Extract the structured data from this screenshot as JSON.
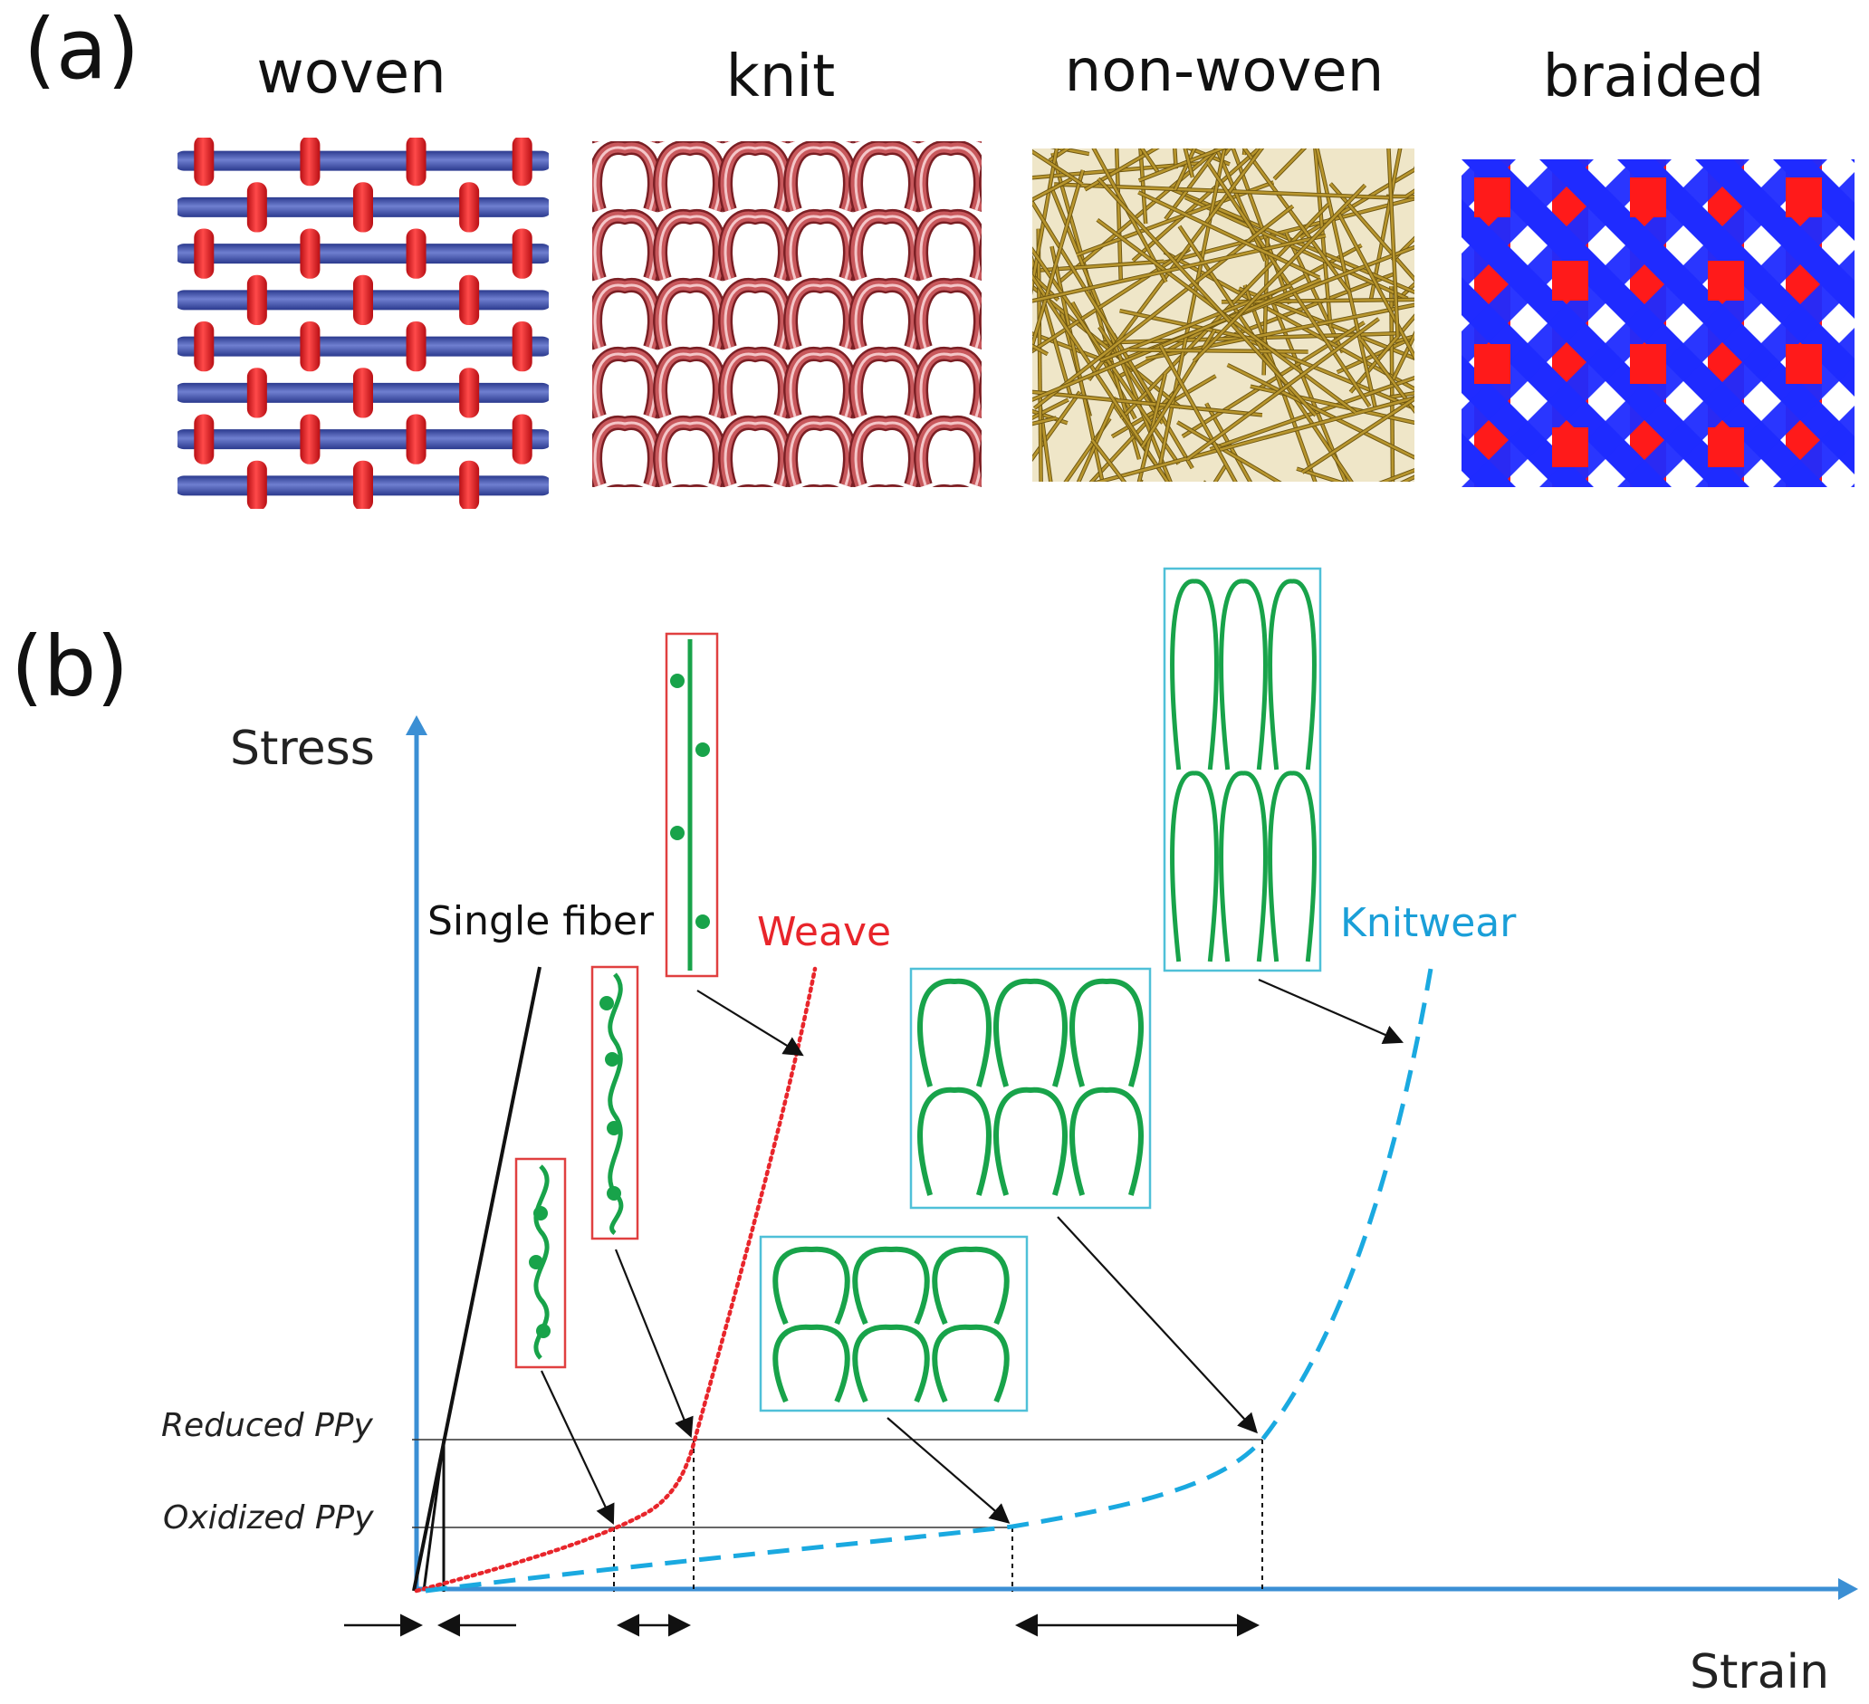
{
  "panels": {
    "a": {
      "label": "(a)",
      "textiles": [
        {
          "name": "woven"
        },
        {
          "name": "knit"
        },
        {
          "name": "non-woven"
        },
        {
          "name": "braided"
        }
      ]
    },
    "b": {
      "label": "(b)",
      "y_axis_label": "Stress",
      "x_axis_label": "Strain",
      "curves": {
        "single_fiber": "Single fiber",
        "weave": "Weave",
        "knitwear": "Knitwear"
      },
      "levels": {
        "reduced": "Reduced PPy",
        "oxidized": "Oxidized PPy"
      }
    }
  },
  "colors": {
    "red_yarn": "#e0191e",
    "blue_yarn": "#3a4aa8",
    "knit_pink": "#c8585c",
    "nonwoven_gold": "#b8962e",
    "braid_red": "#ff1a1a",
    "braid_blue": "#1f2bff",
    "axis_blue": "#3b8fd4",
    "weave_red": "#e8252b",
    "knit_cyan": "#1aa9e0",
    "fiber_green": "#18a34a",
    "box_red": "#e04040",
    "box_cyan": "#4fc0d8"
  }
}
